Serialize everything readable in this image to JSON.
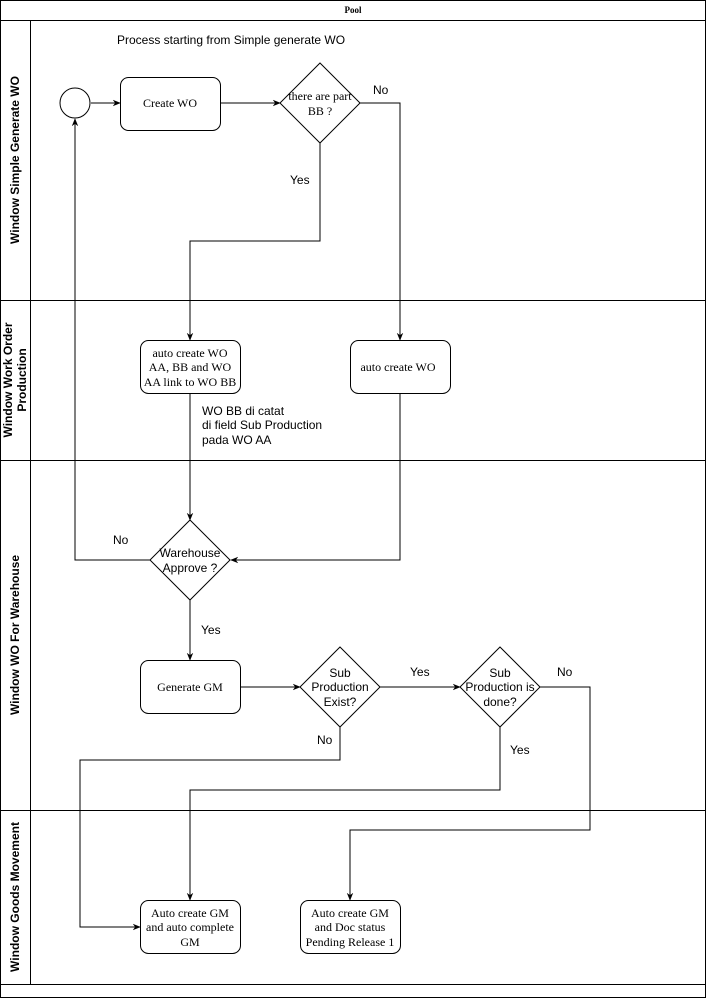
{
  "pool": {
    "title": "Pool"
  },
  "lanes": [
    {
      "id": "lane-simple-generate-wo",
      "label": "Window Simple Generate WO"
    },
    {
      "id": "lane-work-order-production",
      "label_lines": [
        "Window Work Order",
        "Production"
      ]
    },
    {
      "id": "lane-wo-for-warehouse",
      "label": "Window WO For Warehouse"
    },
    {
      "id": "lane-goods-movement",
      "label": "Window Goods Movement"
    }
  ],
  "annotations": {
    "process_note": "Process starting from Simple generate WO",
    "wo_bb_note": [
      "WO BB di catat",
      "di field Sub Production",
      "pada WO AA"
    ]
  },
  "nodes": {
    "start": {
      "type": "start-event"
    },
    "create_wo": {
      "type": "task",
      "lines": [
        "Create WO"
      ]
    },
    "part_bb_gateway": {
      "type": "gateway",
      "lines": [
        "there are part",
        "BB ?"
      ]
    },
    "auto_create_wo_aa_bb": {
      "type": "task",
      "lines": [
        "auto create WO",
        "AA, BB and WO",
        "AA link to WO BB"
      ]
    },
    "auto_create_wo": {
      "type": "task",
      "lines": [
        "auto create WO"
      ]
    },
    "warehouse_approve_gateway": {
      "type": "gateway",
      "lines": [
        "Warehouse",
        "Approve ?"
      ]
    },
    "generate_gm": {
      "type": "task",
      "lines": [
        "Generate GM"
      ]
    },
    "sub_production_exist_gateway": {
      "type": "gateway",
      "lines": [
        "Sub",
        "Production",
        "Exist?"
      ]
    },
    "sub_production_done_gateway": {
      "type": "gateway",
      "lines": [
        "Sub",
        "Production is",
        "done?"
      ]
    },
    "auto_create_gm_complete": {
      "type": "task",
      "lines": [
        "Auto create GM",
        "and auto complete",
        "GM"
      ]
    },
    "auto_create_gm_pending": {
      "type": "task",
      "lines": [
        "Auto create GM",
        "and Doc status",
        "Pending Release 1"
      ]
    }
  },
  "edge_labels": {
    "part_bb_no": "No",
    "part_bb_yes": "Yes",
    "warehouse_no": "No",
    "warehouse_yes": "Yes",
    "sub_exist_yes": "Yes",
    "sub_exist_no": "No",
    "sub_done_no": "No",
    "sub_done_yes": "Yes"
  }
}
